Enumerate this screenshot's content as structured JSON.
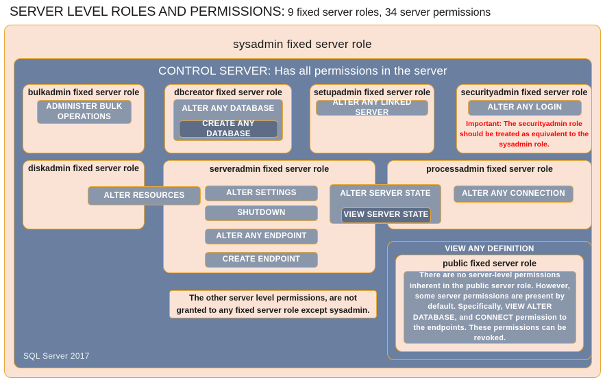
{
  "title": {
    "strong": "SERVER LEVEL ROLES AND PERMISSIONS:",
    "rest": " 9 fixed server roles, 34 server permissions"
  },
  "colors": {
    "peach": "#fae3d5",
    "blue": "#6b80a0",
    "gold_border": "#e8a83a",
    "permission_fill": "#8a97ab",
    "permission_fill_dark": "#5e6d85",
    "red_warning": "#fc0505",
    "text_dark": "#1a1a1a",
    "text_light": "#ffffff"
  },
  "sysadmin": {
    "label": "sysadmin  fixed  server  role"
  },
  "control_server": {
    "label": "CONTROL SERVER: Has all permissions in the server"
  },
  "roles": {
    "bulkadmin": {
      "label": "bulkadmin  fixed server role",
      "permissions": [
        "ADMINISTER  BULK OPERATIONS"
      ]
    },
    "dbcreator": {
      "label": "dbcreator fixed server role",
      "permission_outer": "ALTER ANY DATABASE",
      "permission_inner": "CREATE  ANY DATABASE"
    },
    "setupadmin": {
      "label": "setupadmin fixed server role",
      "permissions": [
        "ALTER ANY LINKED SERVER"
      ]
    },
    "securityadmin": {
      "label": "securityadmin  fixed server role",
      "permissions": [
        "ALTER ANY LOGIN"
      ],
      "warning": "Important:  The securityadmin role should  be treated as equivalent to the  sysadmin role."
    },
    "diskadmin": {
      "label": "diskadmin  fixed server role",
      "permissions": [
        "ALTER RESOURCES"
      ]
    },
    "serveradmin": {
      "label": "serveradmin fixed server role",
      "permissions": [
        "ALTER SETTINGS",
        "SHUTDOWN",
        "ALTER ANY ENDPOINT",
        "CREATE  ENDPOINT"
      ],
      "permission_outer": "ALTER SERVER STATE",
      "permission_inner": "VIEW SERVER  STATE"
    },
    "processadmin": {
      "label": "processadmin fixed server role",
      "permissions": [
        "ALTER ANY CONNECTION"
      ]
    },
    "public": {
      "header_permission": "VIEW ANY DEFINITION",
      "label": "public  fixed server role",
      "body": "There are no server-level permissions inherent in the public server role. However, some server permissions are present by default. Specifically, VIEW ALTER DATABASE, and CONNECT permission to the endpoints. These permissions can be revoked."
    }
  },
  "footnote": "The other server level permissions,  are not granted to any fixed server role except sysadmin.",
  "version_label": "SQL Server 2017"
}
